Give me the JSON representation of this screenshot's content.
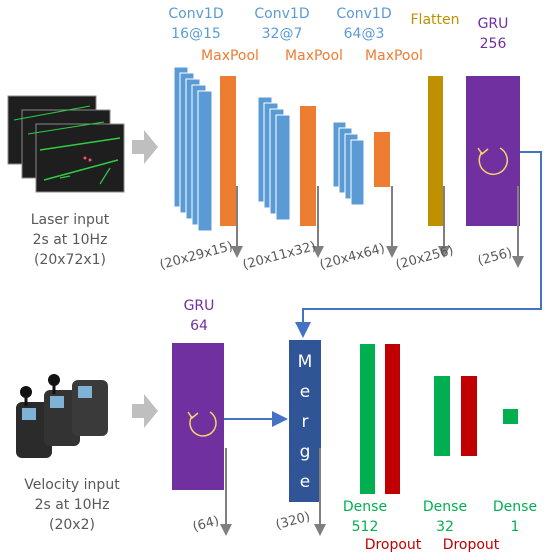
{
  "laser_branch": {
    "conv1": {
      "name": "Conv1D",
      "spec": "16@15"
    },
    "conv2": {
      "name": "Conv1D",
      "spec": "32@7"
    },
    "conv3": {
      "name": "Conv1D",
      "spec": "64@3"
    },
    "pool1": "MaxPool",
    "pool2": "MaxPool",
    "pool3": "MaxPool",
    "flatten": "Flatten",
    "gru": {
      "name": "GRU",
      "units": "256"
    },
    "dims": [
      "(20x29x15)",
      "(20x11x32)",
      "(20x4x64)",
      "(20x256)",
      "(256)"
    ],
    "input": {
      "line1": "Laser input",
      "line2": "2s at 10Hz",
      "line3": "(20x72x1)"
    }
  },
  "velocity_branch": {
    "gru": {
      "name": "GRU",
      "units": "64"
    },
    "dims": [
      "(64)",
      "(320)"
    ],
    "input": {
      "line1": "Velocity input",
      "line2": "2s at 10Hz",
      "line3": "(20x2)"
    }
  },
  "merge": {
    "letters": [
      "M",
      "e",
      "r",
      "g",
      "e"
    ]
  },
  "head": {
    "dense1": {
      "name": "Dense",
      "units": "512"
    },
    "dense2": {
      "name": "Dense",
      "units": "32"
    },
    "dense3": {
      "name": "Dense",
      "units": "1"
    },
    "dropout1": "Dropout",
    "dropout2": "Dropout"
  },
  "colors": {
    "conv": "#5b9bd5",
    "pool": "#ed7d31",
    "flatten": "#bf9000",
    "gru": "#7030a0",
    "merge": "#2f5597",
    "dense": "#00b050",
    "dropout": "#c00000",
    "arrow": "#4472c4"
  }
}
